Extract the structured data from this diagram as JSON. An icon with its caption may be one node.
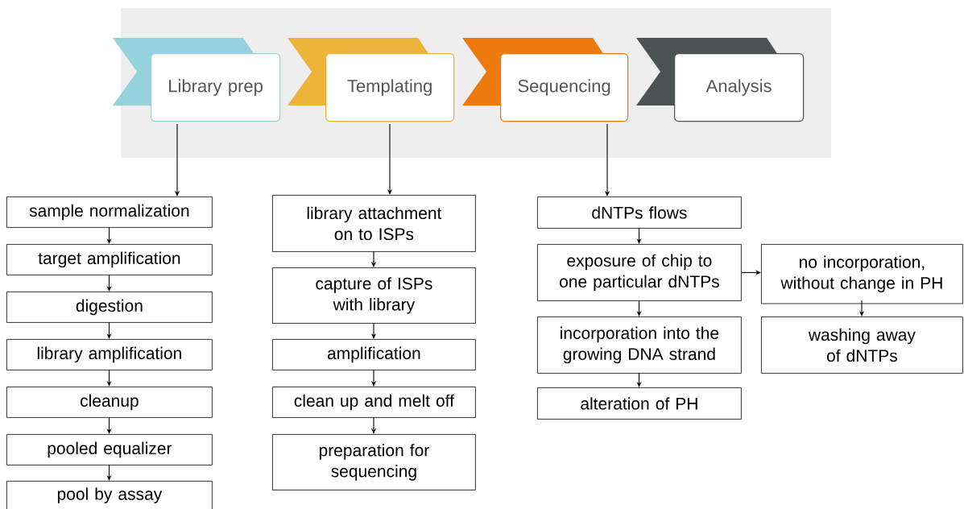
{
  "diagram": {
    "nodes": [
      {
        "text": [
          "Library prep"
        ]
      },
      {
        "text": [
          "Templating"
        ]
      },
      {
        "text": [
          "Sequencing"
        ]
      },
      {
        "text": [
          "Analysis"
        ]
      },
      {
        "text": [
          "sample normalization"
        ]
      },
      {
        "text": [
          "target amplification"
        ]
      },
      {
        "text": [
          "digestion"
        ]
      },
      {
        "text": [
          "library amplification"
        ]
      },
      {
        "text": [
          "cleanup"
        ]
      },
      {
        "text": [
          "pooled equalizer"
        ]
      },
      {
        "text": [
          "pool by assay"
        ]
      },
      {
        "text": [
          "library attachment on to ISPs"
        ]
      },
      {
        "text": [
          "capture of ISPs with library"
        ]
      },
      {
        "text": [
          "amplification"
        ]
      },
      {
        "text": [
          "clean up and melt off"
        ]
      },
      {
        "text": [
          "preparation for sequencing"
        ]
      },
      {
        "text": [
          "dNTPs flows"
        ]
      },
      {
        "text": [
          "exposure of chip to one particular dNTPs"
        ]
      },
      {
        "text": [
          "incorporation into the growing DNA strand"
        ]
      },
      {
        "text": [
          "alteration of PH"
        ]
      },
      {
        "text": [
          "no incorporation, without change in PH"
        ]
      },
      {
        "text": [
          "washing away of dNTPs"
        ]
      }
    ],
    "edges": [
      {
        "from": 0,
        "to": 4,
        "arrow": "to"
      },
      {
        "from": 4,
        "to": 5,
        "arrow": "to"
      },
      {
        "from": 5,
        "to": 6,
        "arrow": "to"
      },
      {
        "from": 6,
        "to": 7,
        "arrow": "to"
      },
      {
        "from": 7,
        "to": 8,
        "arrow": "to"
      },
      {
        "from": 8,
        "to": 9,
        "arrow": "to"
      },
      {
        "from": 9,
        "to": 10,
        "arrow": "to"
      },
      {
        "from": 1,
        "to": 11,
        "arrow": "to"
      },
      {
        "from": 11,
        "to": 12,
        "arrow": "to"
      },
      {
        "from": 12,
        "to": 13,
        "arrow": "to"
      },
      {
        "from": 13,
        "to": 14,
        "arrow": "to"
      },
      {
        "from": 14,
        "to": 15,
        "arrow": "to"
      },
      {
        "from": 2,
        "to": 16,
        "arrow": "to"
      },
      {
        "from": 16,
        "to": 17,
        "arrow": "to"
      },
      {
        "from": 17,
        "to": 18,
        "arrow": "to"
      },
      {
        "from": 18,
        "to": 19,
        "arrow": "to"
      },
      {
        "from": 17,
        "to": 20,
        "arrow": "to"
      },
      {
        "from": 20,
        "to": 21,
        "arrow": "to"
      }
    ]
  }
}
